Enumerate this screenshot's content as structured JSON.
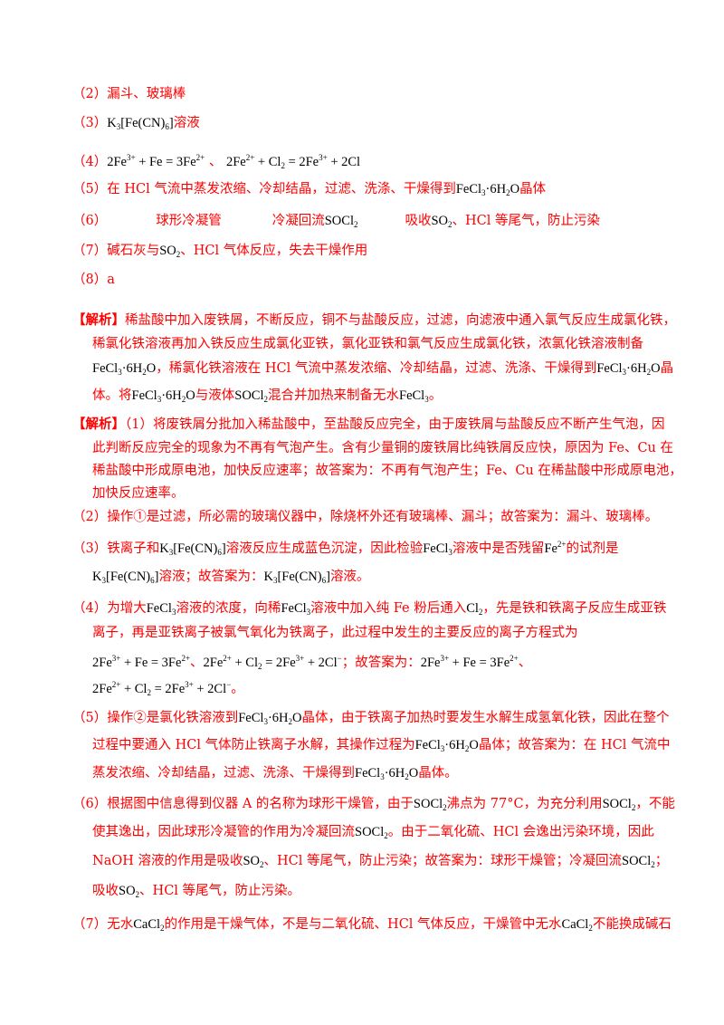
{
  "answers": {
    "a2": "（2）漏斗、玻璃棒",
    "a3_pre": "（3）",
    "a3_post": "溶液",
    "a4_pre": "（4）",
    "a4_sep": " 、",
    "a5_pre": "（5）在 HCl 气流中蒸发浓缩、冷却结晶，过滤、洗涤、干燥得到",
    "a5_post": "晶体",
    "a6_label": "（6）",
    "a6_c1": "球形冷凝管",
    "a6_c2": "冷凝回流",
    "a6_c3_pre": "吸收",
    "a6_c3_post": "、HCl 等尾气，防止污染",
    "a7_pre": "（7）碱石灰与",
    "a7_post": "、HCl 气体反应，失去干燥作用",
    "a8": "（8）a"
  },
  "analysis1": {
    "tag": "【解析】",
    "l1": "稀盐酸中加入废铁屑，不断反应，铜不与盐酸反应，过滤，向滤液中通入氯气反应生成氯化铁，",
    "l2": "稀氯化铁溶液再加入铁反应生成氯化亚铁，氯化亚铁和氯气反应生成氯化铁，浓氯化铁溶液制备",
    "l3_mid": "，稀氯化铁溶液在 HCl 气流中蒸发浓缩、冷却结晶，过滤、洗涤、干燥得到",
    "l3_end": "晶",
    "l4_a": "体。将",
    "l4_b": "与液体",
    "l4_c": "混合并加热来制备无水",
    "l4_d": "。"
  },
  "analysis2": {
    "tag": "【解析】",
    "p1_l1": "（1）将废铁屑分批加入稀盐酸中，至盐酸反应完全，由于废铁屑与盐酸反应不断产生气泡，因",
    "p1_l2": "此判断反应完全的现象为不再有气泡产生。含有少量铜的废铁屑比纯铁屑反应快，原因为 Fe、Cu 在",
    "p1_l3": "稀盐酸中形成原电池，加快反应速率；故答案为：不再有气泡产生；Fe、Cu 在稀盐酸中形成原电池，",
    "p1_l4": "加快反应速率。",
    "p2": "（2）操作①是过滤，所必需的玻璃仪器中，除烧杯外还有玻璃棒、漏斗；故答案为：漏斗、玻璃棒。",
    "p3_a": "（3）铁离子和",
    "p3_b": "溶液反应生成蓝色沉淀，因此检验",
    "p3_c": "溶液中是否残留",
    "p3_d": "的试剂是",
    "p3_e": "溶液；故答案为：",
    "p3_f": "溶液。",
    "p4_a": "（4）为增大",
    "p4_b": "溶液的浓度，向稀",
    "p4_c": "溶液中加入纯 Fe 粉后通入",
    "p4_d": "，先是铁和铁离子反应生成亚铁",
    "p4_l2": "离子，再是亚铁离子被氯气氧化为铁离子，此过程中发生的主要反应的离子方程式为",
    "p4_sep": "、",
    "p4_ans": "；故答案为：",
    "p4_sep2": "、",
    "p4_end": "。",
    "p5_a": "（5）操作②是氯化铁溶液到",
    "p5_b": "晶体，由于铁离子加热时要发生水解生成氢氧化铁，因此在整个",
    "p5_c": "过程中要通入 HCl 气体防止铁离子水解，其操作过程为",
    "p5_d": "晶体；故答案为：在 HCl 气流中",
    "p5_e": "蒸发浓缩、冷却结晶，过滤、洗涤、干燥得到",
    "p5_f": "晶体。",
    "p6_a": "（6）根据图中信息得到仪器 A 的名称为球形干燥管，由于",
    "p6_b": "沸点为 77°C，为充分利用",
    "p6_c": "，不能",
    "p6_d": "使其逸出，因此球形冷凝管的作用为冷凝回流",
    "p6_e": "。由于二氧化硫、HCl 会逸出污染环境，因此",
    "p6_f": "NaOH 溶液的作用是吸收",
    "p6_g": "、HCl 等尾气，防止污染；故答案为：球形干燥管；冷凝回流",
    "p6_h": "；",
    "p6_i": "吸收",
    "p6_j": "、HCl 等尾气，防止污染。",
    "p7_a": "（7）无水",
    "p7_b": "的作用是干燥气体，不是与二氧化硫、HCl 气体反应，干燥管中无水",
    "p7_c": "不能换成碱石"
  },
  "colors": {
    "text": "#ff0000",
    "formula": "#000000",
    "background": "#ffffff"
  }
}
